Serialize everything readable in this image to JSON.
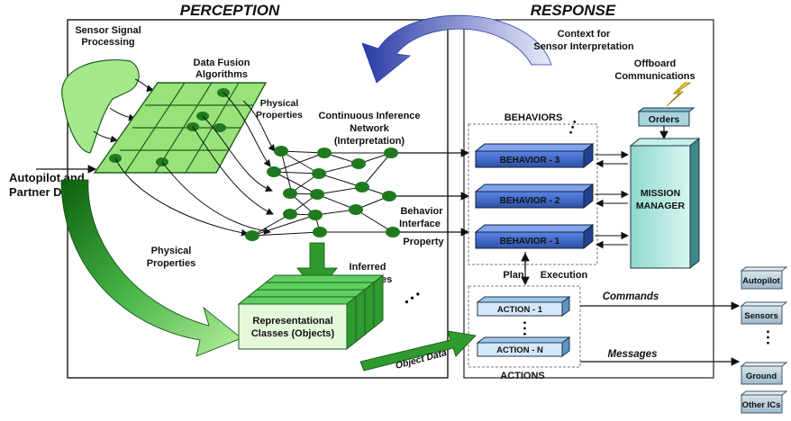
{
  "headings": {
    "perception": "PERCEPTION",
    "response": "RESPONSE"
  },
  "perception": {
    "sensor_signal_processing": [
      "Sensor Signal",
      "Processing"
    ],
    "data_fusion": [
      "Data Fusion",
      "Algorithms"
    ],
    "physical_properties_top": [
      "Physical",
      "Properties"
    ],
    "inference_network": [
      "Continuous Inference",
      "Network",
      "(Interpretation)"
    ],
    "autopilot_partner_data": [
      "Autopilot and",
      "Partner Data"
    ],
    "behavior_interface": [
      "Behavior",
      "Interface",
      "Property"
    ],
    "physical_properties_left": [
      "Physical",
      "Properties"
    ],
    "inferred_properties": [
      "Inferred",
      "Properties"
    ],
    "representational_classes": [
      "Representational",
      "Classes (Objects)"
    ],
    "object_data": "Object Data",
    "ellipsis": "• • •"
  },
  "response": {
    "context": [
      "Context for",
      "Sensor Interpretation"
    ],
    "offboard": [
      "Offboard",
      "Communications"
    ],
    "orders": "Orders",
    "behaviors_title": "BEHAVIORS",
    "behaviors": [
      "BEHAVIOR - 3",
      "BEHAVIOR - 2",
      "BEHAVIOR - 1"
    ],
    "mission_manager": [
      "MISSION",
      "MANAGER"
    ],
    "plan": "Plan",
    "execution": "Execution",
    "actions": [
      "ACTION - 1",
      "ACTION - N"
    ],
    "actions_title": "ACTIONS",
    "commands": "Commands",
    "messages": "Messages"
  },
  "outputs": [
    "Autopilot",
    "Sensors",
    "Ground",
    "Other ICs"
  ],
  "colors": {
    "grid_green": "#99e27a",
    "node_green": "#1f7a1f",
    "arrow_green": "#2f9a2f",
    "behavior_blue": "#3f6bd1",
    "action_blue": "#cfe3f7",
    "manager_teal": "#b9ece4",
    "output_gray": "#bcd3df",
    "context_arrow": "#3a4fb8"
  }
}
